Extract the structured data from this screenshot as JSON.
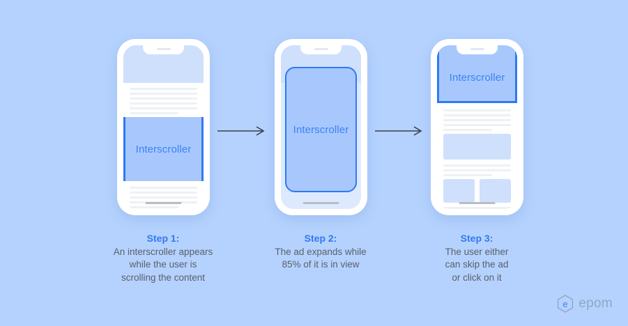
{
  "background_color": "#b5d2fe",
  "accent_color": "#2f79f2",
  "ad_fill_color": "#a8c8fd",
  "caption_color": "#58606b",
  "ad": {
    "label": "Interscroller"
  },
  "steps": [
    {
      "title": "Step 1:",
      "body": "An interscroller appears\nwhile the user is\nscrolling the content"
    },
    {
      "title": "Step 2:",
      "body": "The ad expands while\n85% of it is in view"
    },
    {
      "title": "Step 3:",
      "body": "The user either\ncan skip the ad\nor click on it"
    }
  ],
  "arrows": [
    {
      "name": "arrow-step1-to-step2"
    },
    {
      "name": "arrow-step2-to-step3"
    }
  ],
  "logo": {
    "mark": "epom-hexagon-e-icon",
    "word": "epom",
    "color": "#8fa6c6"
  }
}
